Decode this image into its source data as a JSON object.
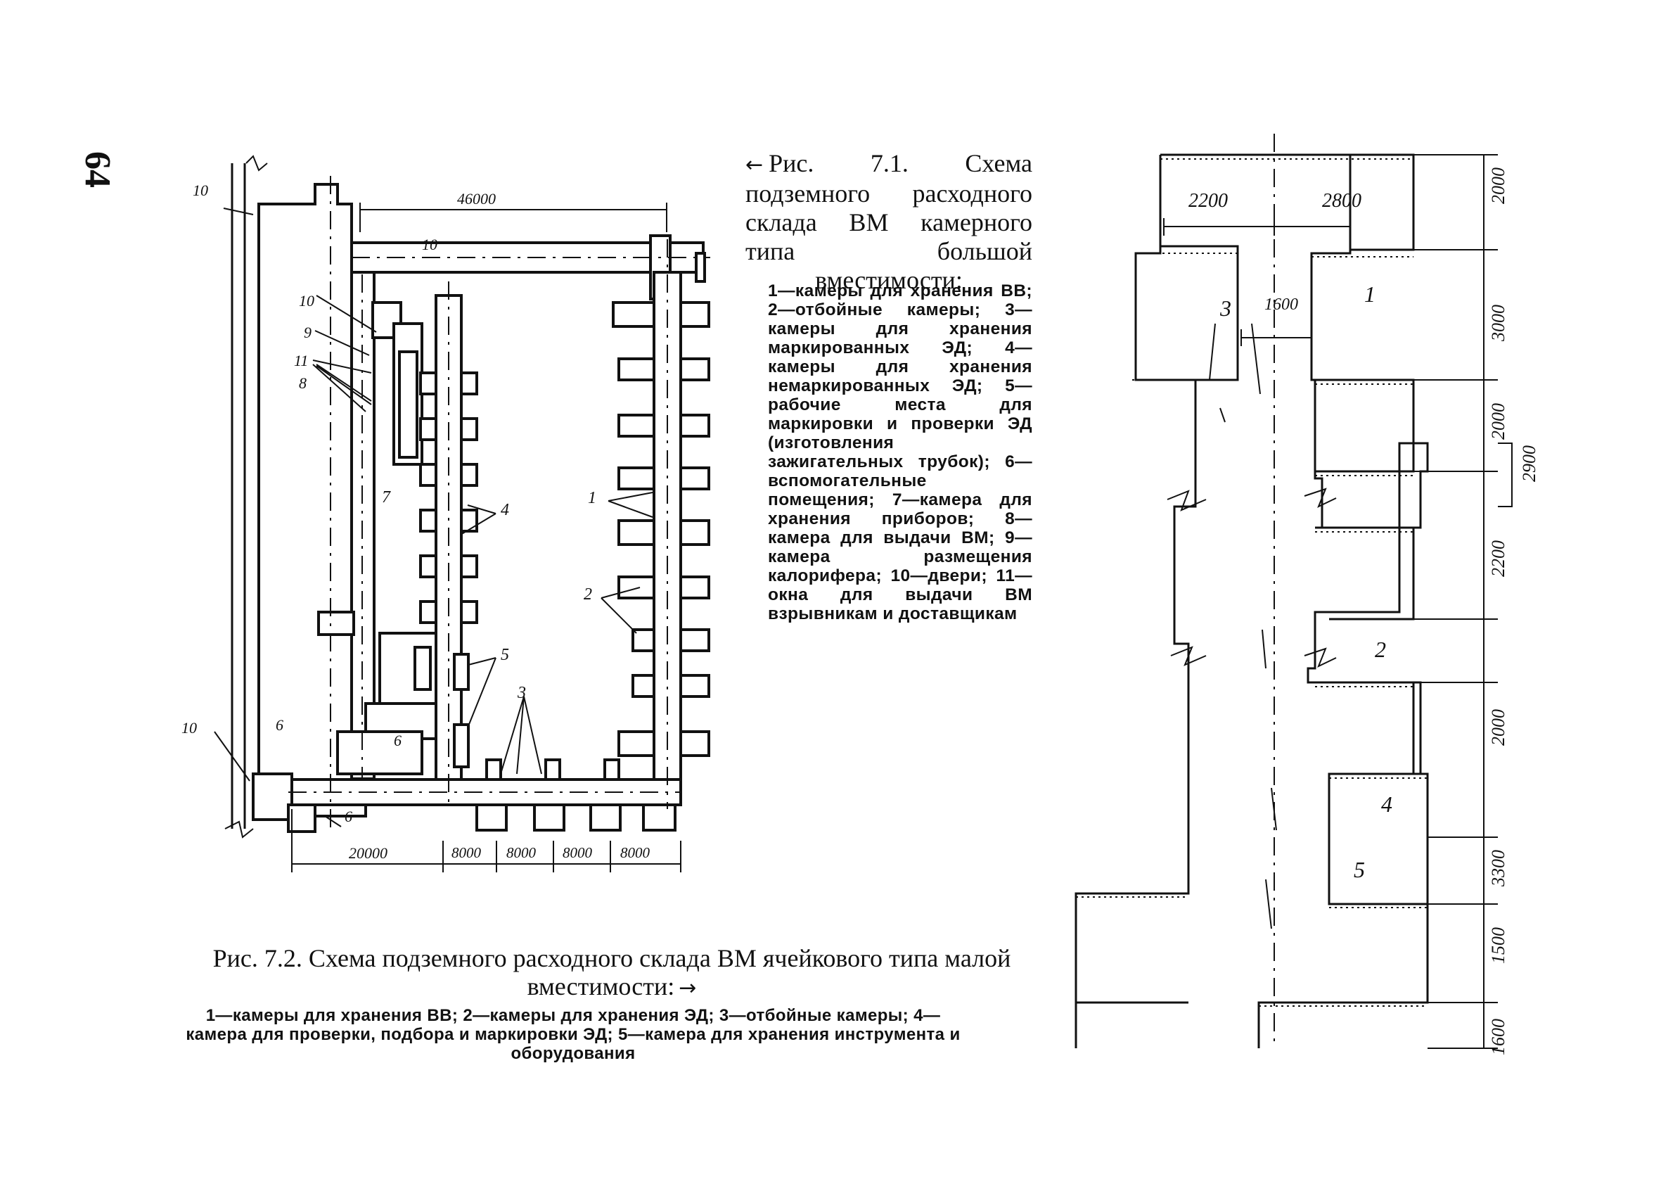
{
  "page_number": "64",
  "figure_7_1": {
    "arrow": "←",
    "caption": "Рис. 7.1. Схема подземного расходного склада ВМ камерного типа большой вместимости:",
    "legend": "1—камеры для хранения ВВ; 2—отбойные камеры; 3—камеры для хранения маркированных ЭД; 4—камеры для хранения немаркированных ЭД; 5—рабочие места для маркировки и проверки ЭД (изготовления зажигательных трубок); 6—вспомогательные помещения; 7—камера для хранения приборов; 8—камера для выдачи ВМ; 9—камера размещения калорифера; 10—двери; 11—окна для выдачи ВМ взрывникам и доставщикам",
    "dimensions": {
      "top_width": "46000",
      "bottom_left": "20000",
      "bottom_segments": [
        "8000",
        "8000",
        "8000",
        "8000"
      ]
    },
    "labels": {
      "l1": "1",
      "l2": "2",
      "l3": "3",
      "l4": "4",
      "l5": "5",
      "l6a": "6",
      "l6b": "6",
      "l6c": "6",
      "l7": "7",
      "l8": "8",
      "l9": "9",
      "l10a": "10",
      "l10b": "10",
      "l10c": "10",
      "l10d": "10",
      "l11": "11"
    }
  },
  "figure_7_2": {
    "arrow": "→",
    "caption": "Рис. 7.2. Схема подземного расходного склада ВМ ячейкового типа малой вместимости:",
    "legend": "1—камеры для хранения ВВ; 2—камеры для хранения ЭД; 3—отбойные камеры; 4—камера для проверки, подбора и маркировки ЭД; 5—камера для хранения инструмента и оборудования",
    "dimensions": {
      "top_left": "2200",
      "top_right": "2800",
      "passage": "1600",
      "right_column": [
        "2000",
        "3000",
        "2000",
        "2200",
        "2000",
        "3300",
        "1500",
        "1600"
      ],
      "side": "2900"
    },
    "labels": {
      "l1": "1",
      "l2": "2",
      "l3": "3",
      "l4": "4",
      "l5": "5"
    }
  }
}
